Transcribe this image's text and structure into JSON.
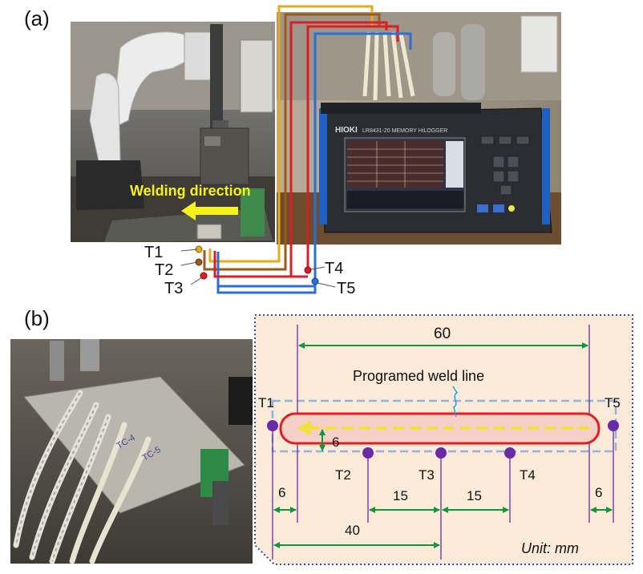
{
  "panels": {
    "a": {
      "label": "(a)"
    },
    "b": {
      "label": "(b)"
    }
  },
  "photo_a": {
    "overlay_text": "Welding direction",
    "logger_brand": "HIOKI",
    "logger_model": "LR8431-20  MEMORY HiLOGGER"
  },
  "thermocouples": {
    "t1": "T1",
    "t2": "T2",
    "t3": "T3",
    "t4": "T4",
    "t5": "T5"
  },
  "photo_b": {
    "handwritten_labels": [
      "TC-4",
      "TC-5"
    ]
  },
  "schematic": {
    "weld_line_label": "Programed weld line",
    "unit": "Unit: mm",
    "dimensions": {
      "top_span": "60",
      "offset_t1_t5": "6",
      "left_edge": "6",
      "t2_t3": "15",
      "t3_t4": "15",
      "right_edge": "6",
      "t1_t3": "40"
    }
  },
  "colors": {
    "wire_yellow": "#e8a81f",
    "wire_brown": "#9b5a1c",
    "wire_red": "#d91f26",
    "wire_blue": "#2a6fd1",
    "schematic_bg": "#fbead7",
    "schematic_border": "#2f4fa0",
    "weld_outline": "#e02020",
    "weld_fill": "#f6cfc6",
    "weld_arrow": "#f0e23a",
    "dimension_green": "#0b9a3a",
    "thermocouple_purple": "#6a2aa8",
    "plate_dash": "#8fb3e6",
    "weld_dir_text": "#f4f21a"
  }
}
